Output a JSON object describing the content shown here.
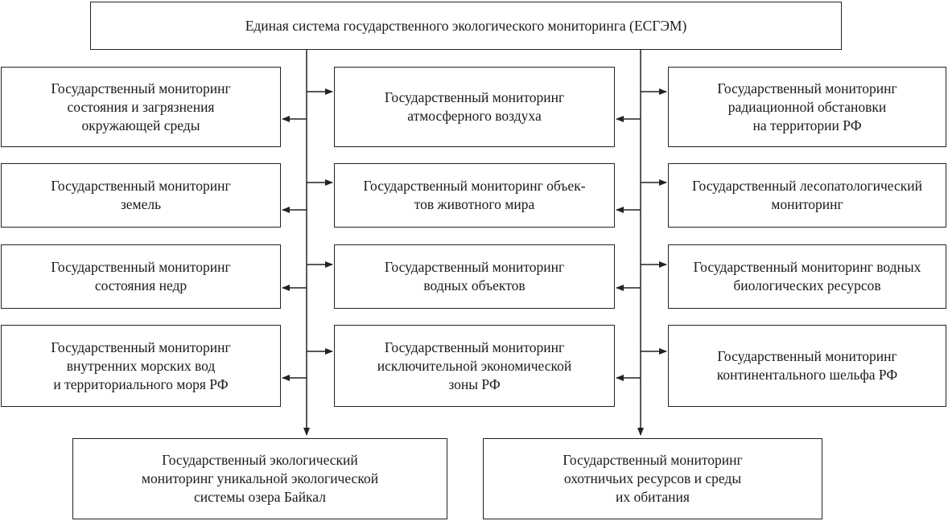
{
  "title": "Единая система государственного экологического мониторинга (ЕСГЭМ)",
  "left": [
    [
      "Государственный мониторинг",
      "состояния и загрязнения",
      "окружающей среды"
    ],
    [
      "Государственный мониторинг",
      "земель"
    ],
    [
      "Государственный мониторинг",
      "состояния недр"
    ],
    [
      "Государственный мониторинг",
      "внутренних морских вод",
      "и территориального моря РФ"
    ]
  ],
  "middle": [
    [
      "Государственный мониторинг",
      "атмосферного воздуха"
    ],
    [
      "Государственный мониторинг объек-",
      "тов животного мира"
    ],
    [
      "Государственный мониторинг",
      "водных объектов"
    ],
    [
      "Государственный мониторинг",
      "исключительной экономической",
      "зоны РФ"
    ]
  ],
  "right": [
    [
      "Государственный мониторинг",
      "радиационной обстановки",
      "на территории РФ"
    ],
    [
      "Государственный лесопатологический",
      "мониторинг"
    ],
    [
      "Государственный мониторинг водных",
      "биологических ресурсов"
    ],
    [
      "Государственный мониторинг",
      "континентального шельфа РФ"
    ]
  ],
  "bottom": [
    [
      "Государственный экологический",
      "мониторинг уникальной экологической",
      "системы озера Байкал"
    ],
    [
      "Государственный мониторинг",
      "охотничьих ресурсов и среды",
      "их обитания"
    ]
  ]
}
